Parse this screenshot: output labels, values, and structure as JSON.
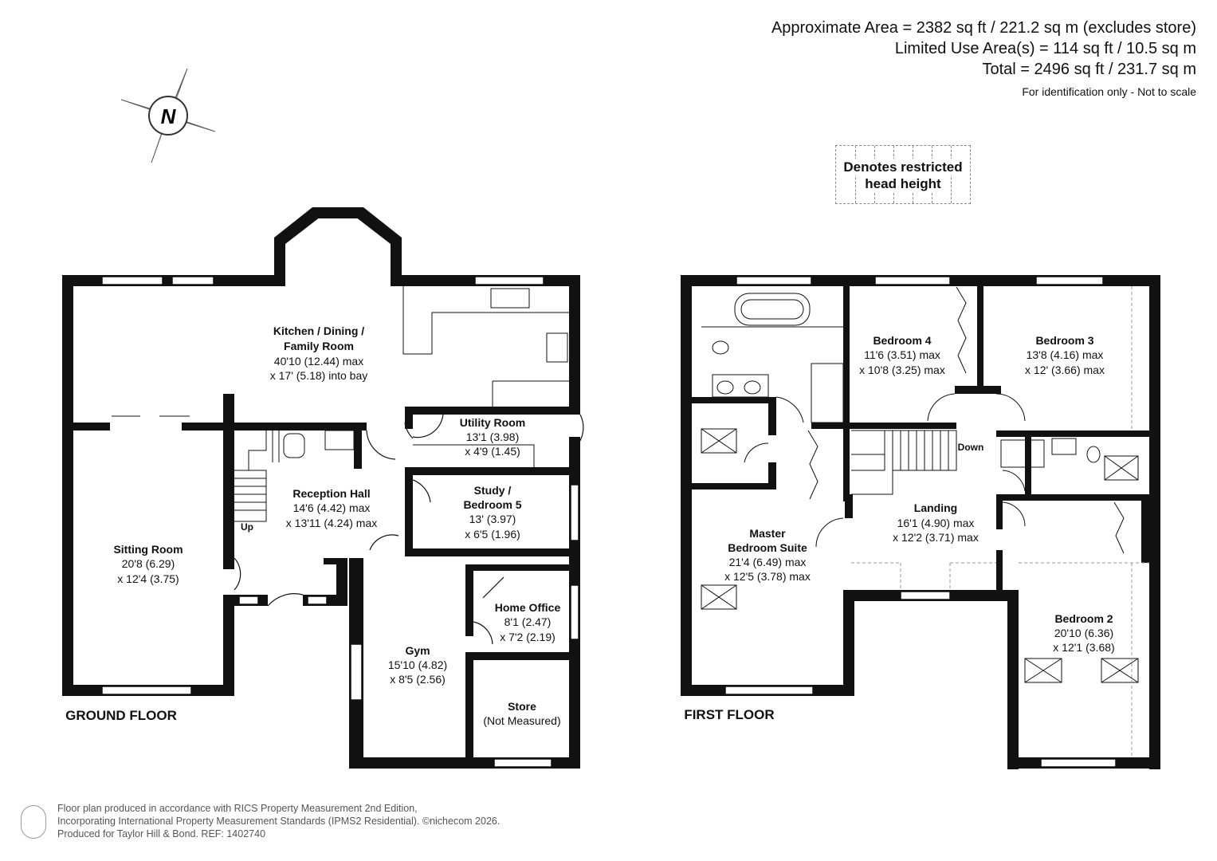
{
  "header": {
    "line1": "Approximate Area = 2382 sq ft / 221.2 sq m (excludes store)",
    "line2": "Limited Use Area(s) = 114 sq ft / 10.5 sq m",
    "line3": "Total = 2496 sq ft / 231.7 sq m",
    "note": "For identification only - Not to scale"
  },
  "compass": {
    "letter": "N",
    "icon": "north-arrow-icon"
  },
  "legend": {
    "line1": "Denotes restricted",
    "line2": "head height"
  },
  "floors": {
    "ground": "GROUND FLOOR",
    "first": "FIRST FLOOR"
  },
  "rooms": {
    "kitchen": {
      "name1": "Kitchen / Dining /",
      "name2": "Family Room",
      "dim1": "40'10 (12.44) max",
      "dim2": "x 17' (5.18) into bay"
    },
    "utility": {
      "name1": "Utility Room",
      "dim1": "13'1 (3.98)",
      "dim2": "x 4'9 (1.45)"
    },
    "study": {
      "name1": "Study /",
      "name2": "Bedroom 5",
      "dim1": "13' (3.97)",
      "dim2": "x 6'5 (1.96)"
    },
    "reception": {
      "name1": "Reception Hall",
      "dim1": "14'6 (4.42) max",
      "dim2": "x 13'11 (4.24) max"
    },
    "sitting": {
      "name1": "Sitting Room",
      "dim1": "20'8 (6.29)",
      "dim2": "x 12'4 (3.75)"
    },
    "home_office": {
      "name1": "Home Office",
      "dim1": "8'1 (2.47)",
      "dim2": "x 7'2 (2.19)"
    },
    "gym": {
      "name1": "Gym",
      "dim1": "15'10 (4.82)",
      "dim2": "x 8'5 (2.56)"
    },
    "store": {
      "name1": "Store",
      "dim1": "(Not Measured)"
    },
    "bedroom4": {
      "name1": "Bedroom 4",
      "dim1": "11'6 (3.51) max",
      "dim2": "x 10'8 (3.25) max"
    },
    "bedroom3": {
      "name1": "Bedroom 3",
      "dim1": "13'8 (4.16) max",
      "dim2": "x 12' (3.66) max"
    },
    "landing": {
      "name1": "Landing",
      "dim1": "16'1 (4.90) max",
      "dim2": "x 12'2 (3.71) max"
    },
    "master": {
      "name1": "Master",
      "name2": "Bedroom Suite",
      "dim1": "21'4 (6.49) max",
      "dim2": "x 12'5 (3.78) max"
    },
    "bedroom2": {
      "name1": "Bedroom 2",
      "dim1": "20'10 (6.36)",
      "dim2": "x 12'1 (3.68)"
    }
  },
  "stairs": {
    "up": "Up",
    "down": "Down"
  },
  "footer": {
    "line1": "Floor plan produced in accordance with RICS Property Measurement 2nd Edition,",
    "line2": "Incorporating International Property Measurement Standards (IPMS2 Residential).  ©nichecom 2026.",
    "line3": "Produced for Taylor Hill & Bond.   REF: 1402740"
  }
}
